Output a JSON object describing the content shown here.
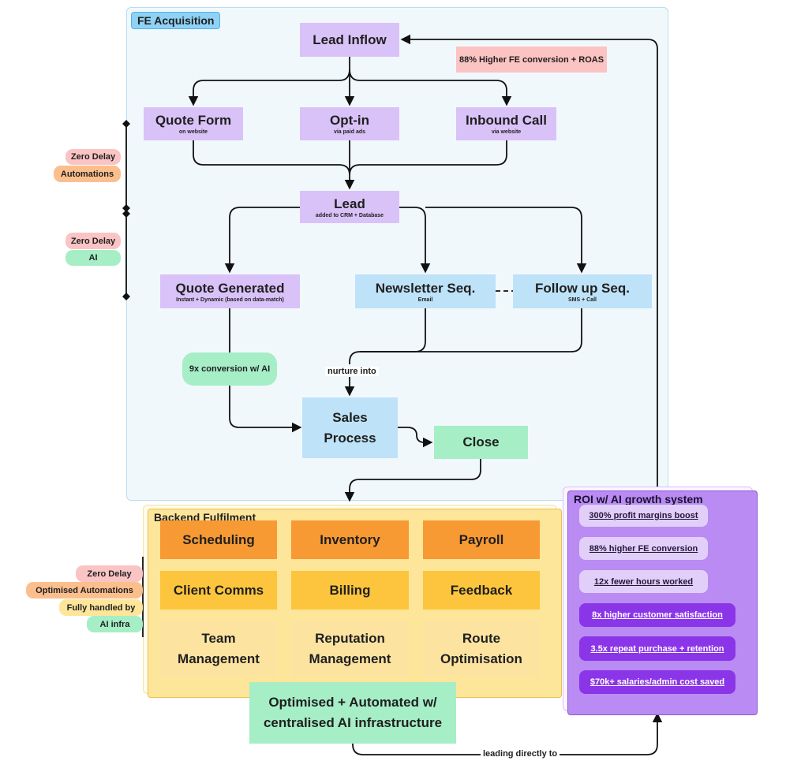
{
  "sections": {
    "fe_acquisition": "FE Acquisition",
    "backend_fulfilment": "Backend Fulfilment",
    "roi": "ROI w/ AI growth system"
  },
  "nodes": {
    "lead_inflow": "Lead Inflow",
    "fe_conversion_note": "88% Higher FE conversion + ROAS",
    "quote_form": {
      "title": "Quote Form",
      "sub": "on website"
    },
    "opt_in": {
      "title": "Opt-in",
      "sub": "via paid ads"
    },
    "inbound_call": {
      "title": "Inbound Call",
      "sub": "via website"
    },
    "lead": {
      "title": "Lead",
      "sub": "added to CRM + Database"
    },
    "quote_generated": {
      "title": "Quote Generated",
      "sub": "Instant + Dynamic (based on data-match)"
    },
    "newsletter_seq": {
      "title": "Newsletter Seq.",
      "sub": "Email"
    },
    "follow_up_seq": {
      "title": "Follow up Seq.",
      "sub": "SMS + Call"
    },
    "ai_conversion": "9x conversion w/ AI",
    "nurture_label": "nurture into",
    "sales_process": [
      "Sales",
      "Process"
    ],
    "close": "Close"
  },
  "side_labels": {
    "group1": [
      "Zero Delay",
      "Automations"
    ],
    "group2": [
      "Zero Delay",
      "AI"
    ],
    "group3": [
      "Zero Delay",
      "Optimised Automations",
      "Fully handled by",
      "AI infra"
    ]
  },
  "backend": {
    "row1": [
      "Scheduling",
      "Inventory",
      "Payroll"
    ],
    "row2": [
      "Client Comms",
      "Billing",
      "Feedback"
    ],
    "row3": [
      [
        "Team",
        "Management"
      ],
      [
        "Reputation",
        "Management"
      ],
      [
        "Route",
        "Optimisation"
      ]
    ],
    "central": [
      "Optimised + Automated w/",
      "centralised AI infrastructure"
    ],
    "leading_label": "leading directly to"
  },
  "roi_items": [
    "300% profit margins boost",
    "88% higher FE conversion",
    "12x fewer hours worked",
    "8x higher customer satisfaction",
    "3.5x repeat purchase + retention",
    "$70k+ salaries/admin cost saved"
  ],
  "colors": {
    "purple_node": "#d9c2f8",
    "blue_node": "#bee2f8",
    "green_node": "#a6eec6",
    "orange_tile": "#f79a33",
    "yellow_tile": "#fcc53d",
    "light_yellow_tile": "#fde3a0",
    "roi_dark": "#8b35e8"
  }
}
